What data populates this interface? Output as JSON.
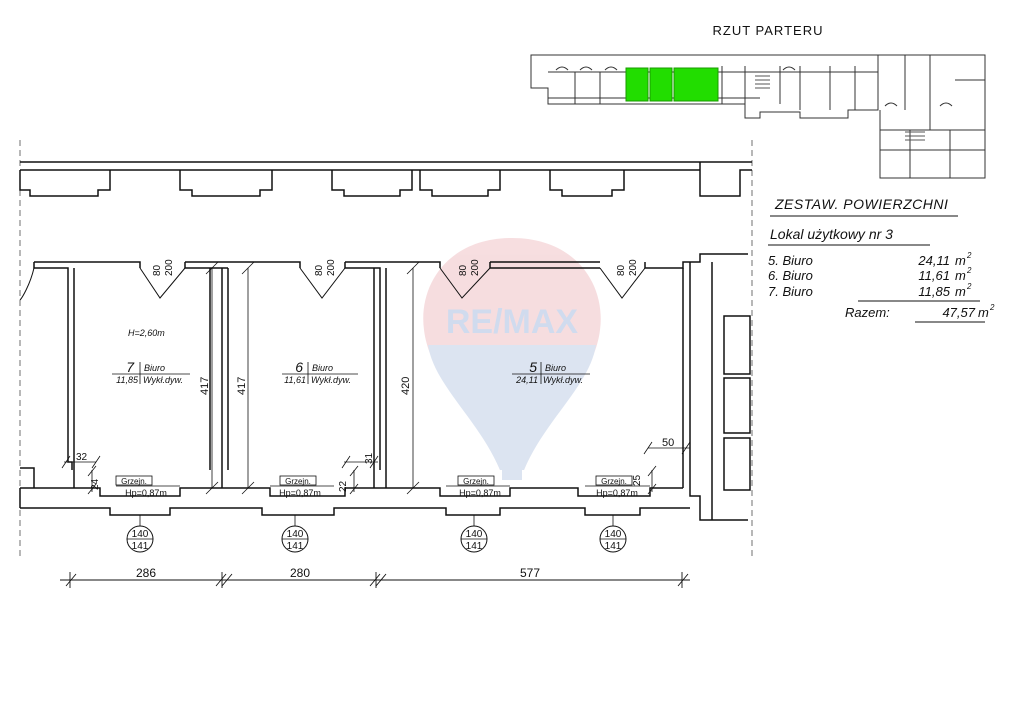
{
  "header": {
    "title": "RZUT PARTERU"
  },
  "summary": {
    "title": "ZESTAW. POWIERZCHNI",
    "subtitle": "Lokal użytkowy nr 3",
    "rows": [
      {
        "name": "5. Biuro",
        "area": "24,11",
        "unit": "m"
      },
      {
        "name": "6. Biuro",
        "area": "11,61",
        "unit": "m"
      },
      {
        "name": "7. Biuro",
        "area": "11,85",
        "unit": "m"
      }
    ],
    "total_label": "Razem:",
    "total_area": "47,57",
    "total_unit": "m",
    "unit_sup": "2"
  },
  "watermark": {
    "brand": "RE/MAX"
  },
  "rooms": [
    {
      "id": "7",
      "name": "Biuro",
      "area": "11,85",
      "floor": "Wykł.dyw.",
      "height": "H=2,60m",
      "depth": "417"
    },
    {
      "id": "6",
      "name": "Biuro",
      "area": "11,61",
      "floor": "Wykł.dyw.",
      "height": "",
      "depth": "417"
    },
    {
      "id": "5",
      "name": "Biuro",
      "area": "24,11",
      "floor": "Wykł.dyw.",
      "height": "",
      "depth": "420"
    }
  ],
  "doors": [
    {
      "width": "80",
      "height": "200"
    },
    {
      "width": "80",
      "height": "200"
    },
    {
      "width": "80",
      "height": "200"
    },
    {
      "width": "80",
      "height": "200"
    }
  ],
  "windows": [
    {
      "top": "140",
      "bottom": "141"
    },
    {
      "top": "140",
      "bottom": "141"
    },
    {
      "top": "140",
      "bottom": "141"
    },
    {
      "top": "140",
      "bottom": "141"
    }
  ],
  "radiators": [
    {
      "label": "Grzejn.",
      "sill": "Hp=0,87m"
    },
    {
      "label": "Grzejn.",
      "sill": "Hp=0,87m"
    },
    {
      "label": "Grzejn.",
      "sill": "Hp=0,87m"
    },
    {
      "label": "Grzejn.",
      "sill": "Hp=0,87m"
    }
  ],
  "small_dims": [
    "32",
    "24",
    "31",
    "22",
    "50",
    "25"
  ],
  "bottom_dims": [
    "286",
    "280",
    "577"
  ],
  "highlight_color": "#22dd00"
}
